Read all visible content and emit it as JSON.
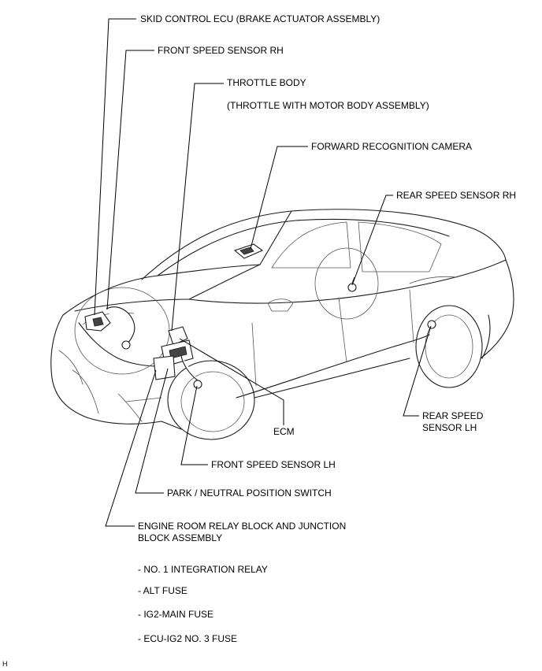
{
  "labels": {
    "skid_control_ecu": "SKID CONTROL ECU (BRAKE ACTUATOR ASSEMBLY)",
    "front_speed_sensor_rh": "FRONT SPEED SENSOR RH",
    "throttle_body": "THROTTLE BODY",
    "throttle_body_sub": "(THROTTLE WITH MOTOR BODY ASSEMBLY)",
    "forward_recognition_camera": "FORWARD RECOGNITION CAMERA",
    "rear_speed_sensor_rh": "REAR SPEED SENSOR RH",
    "rear_speed_sensor_lh_line1": "REAR SPEED",
    "rear_speed_sensor_lh_line2": "SENSOR LH",
    "ecm": "ECM",
    "front_speed_sensor_lh": "FRONT SPEED SENSOR LH",
    "park_neutral_position_switch": "PARK / NEUTRAL POSITION SWITCH",
    "engine_room_relay_block_line1": "ENGINE ROOM RELAY BLOCK AND JUNCTION",
    "engine_room_relay_block_line2": "BLOCK ASSEMBLY"
  },
  "sub_items": [
    "- NO. 1 INTEGRATION RELAY",
    "- ALT FUSE",
    "- IG2-MAIN FUSE",
    "- ECU-IG2 NO. 3 FUSE"
  ],
  "corner_mark": "H"
}
